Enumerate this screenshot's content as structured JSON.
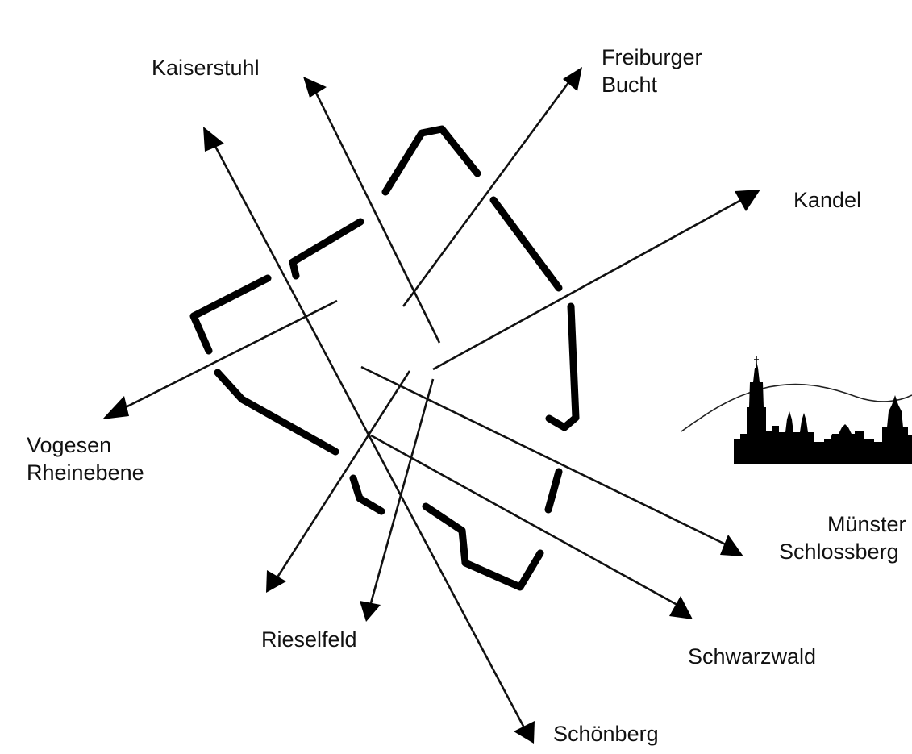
{
  "labels": {
    "kaiserstuhl": "Kaiserstuhl",
    "freiburger_line1": "Freiburger",
    "freiburger_line2": "Bucht",
    "kandel": "Kandel",
    "vogesen_line1": "Vogesen",
    "vogesen_line2": "Rheinebene",
    "muenster_line1": "Münster",
    "muenster_line2": "Schlossberg",
    "rieselfeld": "Rieselfeld",
    "schwarzwald": "Schwarzwald",
    "schoenberg": "Schönberg"
  },
  "colors": {
    "ink": "#000000",
    "background": "#ffffff"
  },
  "icons": {
    "skyline": "freiburg-skyline-silhouette"
  }
}
